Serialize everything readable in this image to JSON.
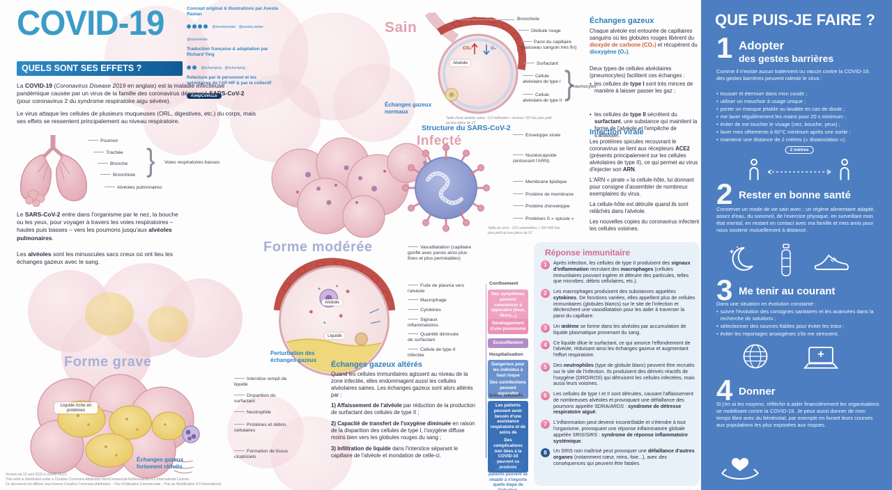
{
  "header": {
    "title": "COVID-19",
    "subtitle": "QUELS SONT SES EFFETS ?",
    "credits": {
      "c1_title": "Concept original & Illustrations par Avesta Rastan",
      "c1_handles": "@avestarastan · @avesta.rastan · @azuravesta",
      "c2_title": "Traduction française & adaptation par Richard Ying",
      "c2_handles": "@richardying · @richardying",
      "c3_title": "Relecture par le personnel et les volontaires de l'AP-HP & par le collectif",
      "c3_badge": "KeepC0vid19"
    }
  },
  "intro": {
    "p1": "La <b>COVID-19</b> (<i>Coronavirus Disease 2019</i> en anglais) est la maladie infectieuse pandémique causée par un virus de la famille des coronavirus dénommé <b>SARS-CoV-2</b> (pour coronavirus 2 du syndrome respiratoire aigu sévère).",
    "p2": "Le virus attaque les cellules de plusieurs muqueuses (ORL, digestives, etc.) du corps, mais ses effets se ressentent principalement au niveau respiratoire."
  },
  "lungs": {
    "labels": {
      "poumon": "Poumon",
      "trachee": "Trachée",
      "bronche": "Bronche",
      "bronchiole": "Bronchiole",
      "alveoles": "Alvéoles pulmonaires",
      "voies": "Voies respiratoires basses"
    }
  },
  "entry": {
    "p1": "Le <b>SARS-CoV-2</b> entre dans l'organisme par le nez, la bouche ou les yeux, pour voyager à travers les voies respiratoires – hautes puis basses – vers les poumons jusqu'aux <b>alvéoles pulmonaires</b>.",
    "p2": "Les <b>alvéoles</b> sont les minuscules sacs creux où ont lieu les échanges gazeux avec le sang."
  },
  "sain": {
    "title": "Sain",
    "labels": {
      "bronchiole": "Bronchiole",
      "globule": "Globule rouge",
      "paroi": "Paroi du capillaire (vaisseau sanguin très fin)",
      "surfactant": "Surfactant",
      "type1": "Cellule alvéolaire de type I",
      "type2": "Cellule alvéolaire de type II",
      "pneumocytes": "Pneumocytes",
      "alveole": "Alvéole",
      "o2": "O₂",
      "co2": "CO₂"
    },
    "normal_exchange": "Échanges gazeux normaux",
    "caption": "Taille d'une alvéole saine : 0,2 millimètre ≈ environ 720 fois plus petit qu'une pièce de 1€"
  },
  "gas": {
    "title": "Échanges gazeux",
    "p1": "Chaque alvéole est entourée de capillaires sanguins où les globules rouges libèrent du <span class='red'><b>dioxyde de carbone (CO₂)</b></span> et récupèrent du <span class='blu'><b>dioxygène (O₂)</b></span>.",
    "p2": "Deux types de cellules alvéolaires (pneumocytes) facilitent ces échanges :",
    "li1": "les cellules de <b>type I</b> sont très minces de manière à laisser passer les gaz ;",
    "li2": "les cellules de <b>type II</b> sécrètent du <b>surfactant</b>, une substance qui maintient la forme de l'alvéole et l'empêche de s'affaisser."
  },
  "infecte": {
    "title": "Infecté"
  },
  "virus": {
    "title": "Structure du SARS-CoV-2",
    "labels": {
      "enveloppe": "Enveloppe virale",
      "nucleocapside": "Nucléocapside (entourant l'ARN)",
      "membrane": "Membrane lipidique",
      "prot_membrane": "Protéine de membrane",
      "prot_enveloppe": "Protéine d'enveloppe",
      "spicule": "Protéines S « spicule »"
    },
    "caption": "Taille du virus : 125 nanomètres ≈ 200 000 fois plus petit qu'une pièce de 1€"
  },
  "viral": {
    "title": "Infection virale",
    "p1": "Les protéines spicules recouvrant le coronavirus se lient aux récepteurs <b>ACE2</b> (présents principalement sur les cellules alvéolaires de type II), ce qui permet au virus d'injecter son <b>ARN</b>.",
    "p2": "L'ARN « pirate » la cellule-hôte, lui donnant pour consigne d'assembler de nombreux exemplaires du virus.",
    "p3": "La cellule-hôte est détruite quand ils sont relâchés dans l'alvéole.",
    "p4": "Les nouvelles copies du coronavirus infectent les cellules voisines."
  },
  "moderee": {
    "title": "Forme modérée",
    "labels": {
      "vasodilatation": "Vasodilatation (capillaire gonflé avec parois ainsi plus fines et plus perméables)",
      "fuite": "Fuite de plasma vers l'alvéole",
      "macrophage": "Macrophage",
      "cytokines": "Cytokines",
      "signaux": "Signaux inflammatoires",
      "surfactant": "Quantité diminuée de surfactant",
      "type2": "Cellule de type II infectée",
      "alveole": "Alvéole",
      "liquide": "Liquide"
    },
    "perturbation": "Perturbation des échanges gazeux"
  },
  "immune": {
    "title": "Réponse immunitaire",
    "items": [
      {
        "num": "1",
        "html": "Après infection, les cellules de type II produisent des <b>signaux d'inflammation</b> recrutant des <b>macrophages</b> (cellules immunitaires pouvant ingérer et détruire des particules, telles que microbes, débris cellulaires, etc.)."
      },
      {
        "num": "2",
        "html": "Les macrophages produisent des substances appelées <b>cytokines</b>. De fonctions variées, elles appellent plus de cellules immunitaires (globules blancs) sur le site de l'infection et déclenchent une vasodilatation pour les aider à traverser la paroi du capillaire."
      },
      {
        "num": "3",
        "html": "Un <b>œdème</b> se forme dans les alvéoles par accumulation de liquide plasmatique provenant du sang."
      },
      {
        "num": "4",
        "html": "Ce liquide dilue le surfactant, ce qui amorce l'effondrement de l'alvéole, réduisant ainsi les échanges gazeux et augmentant l'effort respiratoire."
      },
      {
        "num": "5",
        "html": "Des <b>neutrophiles</b> (type de globule blanc) peuvent être recrutés sur le site de l'infection. Ils produisent des dérivés réactifs de l'oxygène (DRO/<i>ROS</i>) qui détruisent les cellules infectées, mais aussi leurs voisines."
      },
      {
        "num": "6",
        "html": "Les cellules de type I et II sont détruites, causant l'affaissement de nombreuses alvéoles et provoquant une défaillance des poumons appelée SDRA/<i>ARDS</i> : <b>syndrome de détresse respiratoire aiguë</b>."
      },
      {
        "num": "7",
        "html": "L'inflammation peut devenir incontrôlable et s'étendre à tout l'organisme, provoquant une réponse inflammatoire globale appelée SRIS/<i>SIRS</i> : <b>syndrome de réponse inflammatoire systémique</b>."
      },
      {
        "num": "8",
        "html": "Un SRIS non maîtrisé peut provoquer une <b>défaillance d'autres organes</b> (notamment cœur, reins, foie...), avec des conséquences qui peuvent être fatales."
      }
    ]
  },
  "timeline": {
    "stage1": "Confinement",
    "box1": "Des symptômes peuvent commencer à apparaître (toux, fièvre...)",
    "box2": "Développement d'une pneumonie",
    "box3": "Essoufflement",
    "stage2": "Hospitalisation",
    "box4a": "Dangereux pour les individus à haut risque",
    "box4b": "Des surinfections peuvent apparaître",
    "stage3": "Soins intensifs",
    "box5": "Les patients peuvent avoir besoin d'une assistance respiratoire et de soins de réanimation",
    "box6": "Des complications non liées à la COVID-19 peuvent se produire",
    "note": "Avec des soins adéquats, les patients peuvent se rétablir à n'importe quelle étape de l'infection."
  },
  "grave": {
    "title": "Forme grave",
    "labels": {
      "interstice": "Interstice rempli de liquide",
      "surfactant": "Disparition du surfactant",
      "neutrophile": "Neutrophile",
      "proteines": "Protéines et débris cellulaires",
      "tissus": "Formation de tissus cicatriciels",
      "liquide": "Liquide riche en protéines"
    },
    "reduced": "Échanges gazeux fortement réduits"
  },
  "altered": {
    "title": "Échanges gazeux altérés",
    "p1": "Quand les cellules immunitaires agissent au niveau de la zone infectée, elles endommagent aussi les cellules alvéolaires saines. Les échanges gazeux sont alors altérés par :",
    "li1": "<b>1) Affaissement de l'alvéole</b> par réduction de la production de surfactant des cellules de type II ;",
    "li2": "<b>2) Capacité de transfert de l'oxygène diminuée</b> en raison de la disparition des cellules de type I, l'oxygène diffuse moins bien vers les globules rouges du sang ;",
    "li3": "<b>3) Infiltration de liquide</b> dans l'interstice séparant le capillaire de l'alvéole et inondation de celle-ci."
  },
  "sidebar": {
    "title": "QUE PUIS-JE FAIRE ?",
    "s1": {
      "num": "1",
      "heading": "Adopter",
      "heading2": "des gestes barrières",
      "intro": "Comme il n'existe aucun traitement ou vaccin contre la COVID-19, des gestes barrières peuvent ralentir le virus :",
      "bullets": [
        "tousser et éternuer dans mon coude ;",
        "utiliser un mouchoir à usage unique ;",
        "porter un masque jetable ou lavable en cas de doute ;",
        "me laver régulièrement les mains pour 20 s minimum ;",
        "éviter de me toucher le visage (nez, bouche, yeux) ;",
        "laver mes vêtements à 60°C minimum après une sortie ;",
        "maintenir une distance de 2 mètres (« distanciation »)."
      ],
      "distance_label": "2 mètres"
    },
    "s2": {
      "num": "2",
      "heading": "Rester en bonne santé",
      "text": "Conserver un mode de vie sain avec : un régime alimentaire adapté, assez d'eau, du sommeil, de l'exercice physique, en surveillant mon état mental, en restant en contact avec ma famille et mes amis pour nous soutenir mutuellement à distance."
    },
    "s3": {
      "num": "3",
      "heading": "Me tenir au courant",
      "intro": "Dans une situation en évolution constante :",
      "bullets": [
        "suivre l'évolution des consignes sanitaires et les avancées dans la recherche de solutions ;",
        "sélectionner des sources fiables pour éviter les intox ;",
        "éviter les reportages anxiogènes s'ils me stressent."
      ]
    },
    "s4": {
      "num": "4",
      "heading": "Donner",
      "text": "Si j'en ai les moyens, réfléchir à aider financièrement les organisations se mobilisant contre la COVID-19. Je peux aussi donner de mon temps libre avec du bénévolat, par exemple en livrant leurs courses aux populations les plus exposées aux risques."
    }
  },
  "meta": {
    "version_line": "Version du 12 avril 2020 à 20h45 CEST.",
    "license_en": "This work is distributed under a Creative Commons Attribution-NonCommercial-NoDerivatives 4.0 International License.",
    "license_fr": "Ce document est diffusé sous licence Creative Commons Attribution – Pas d'Utilisation Commerciale – Pas de Modification 4.0 International."
  }
}
